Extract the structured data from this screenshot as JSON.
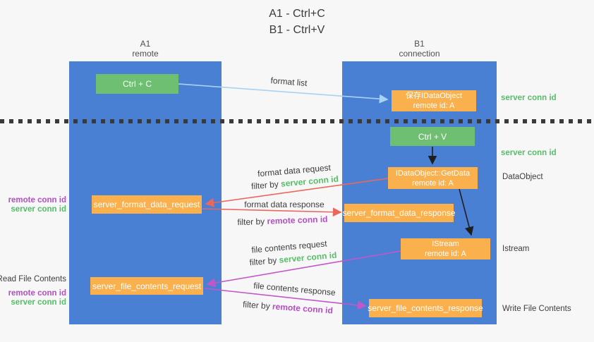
{
  "title": {
    "line1": "A1 - Ctrl+C",
    "line2": "B1 - Ctrl+V"
  },
  "lanes": {
    "left": {
      "name": "A1",
      "subtitle": "remote"
    },
    "right": {
      "name": "B1",
      "subtitle": "connection"
    }
  },
  "nodes": {
    "ctrl_c": {
      "label": "Ctrl + C"
    },
    "save_idataobject": {
      "line1": "保存IDataObject",
      "line2": "remote id: A"
    },
    "ctrl_v": {
      "label": "Ctrl + V"
    },
    "getdata": {
      "line1": "IDataObject::GetData",
      "line2": "remote id: A"
    },
    "server_format_data_request": {
      "label": "server_format_data_request"
    },
    "server_format_data_response": {
      "label": "server_format_data_response"
    },
    "istream": {
      "line1": "IStream",
      "line2": "remote id: A"
    },
    "server_file_contents_request": {
      "label": "server_file_contents_request"
    },
    "server_file_contents_response": {
      "label": "server_file_contents_response"
    }
  },
  "arrow_labels": {
    "format_list": "format list",
    "format_data_request": "format data request",
    "format_data_response": "format data response",
    "file_contents_request": "file contents request",
    "file_contents_response": "file contents response",
    "filter_by": "filter by"
  },
  "side_labels": {
    "server_conn_id": "server conn id",
    "remote_conn_id": "remote conn id",
    "dataobject": "DataObject",
    "istream": "Istream",
    "read_file_contents": "Read File Contents",
    "write_file_contents": "Write File Contents"
  },
  "colors": {
    "lane_blue": "#4a80d4",
    "node_green": "#6fbf72",
    "node_orange": "#f9b04d",
    "arrow_blue": "#a6d3f2",
    "arrow_red": "#e9685c",
    "arrow_magenta": "#c257c9",
    "arrow_black": "#1f1f1f",
    "text_green": "#56bd68",
    "text_purple": "#b24fc2"
  }
}
